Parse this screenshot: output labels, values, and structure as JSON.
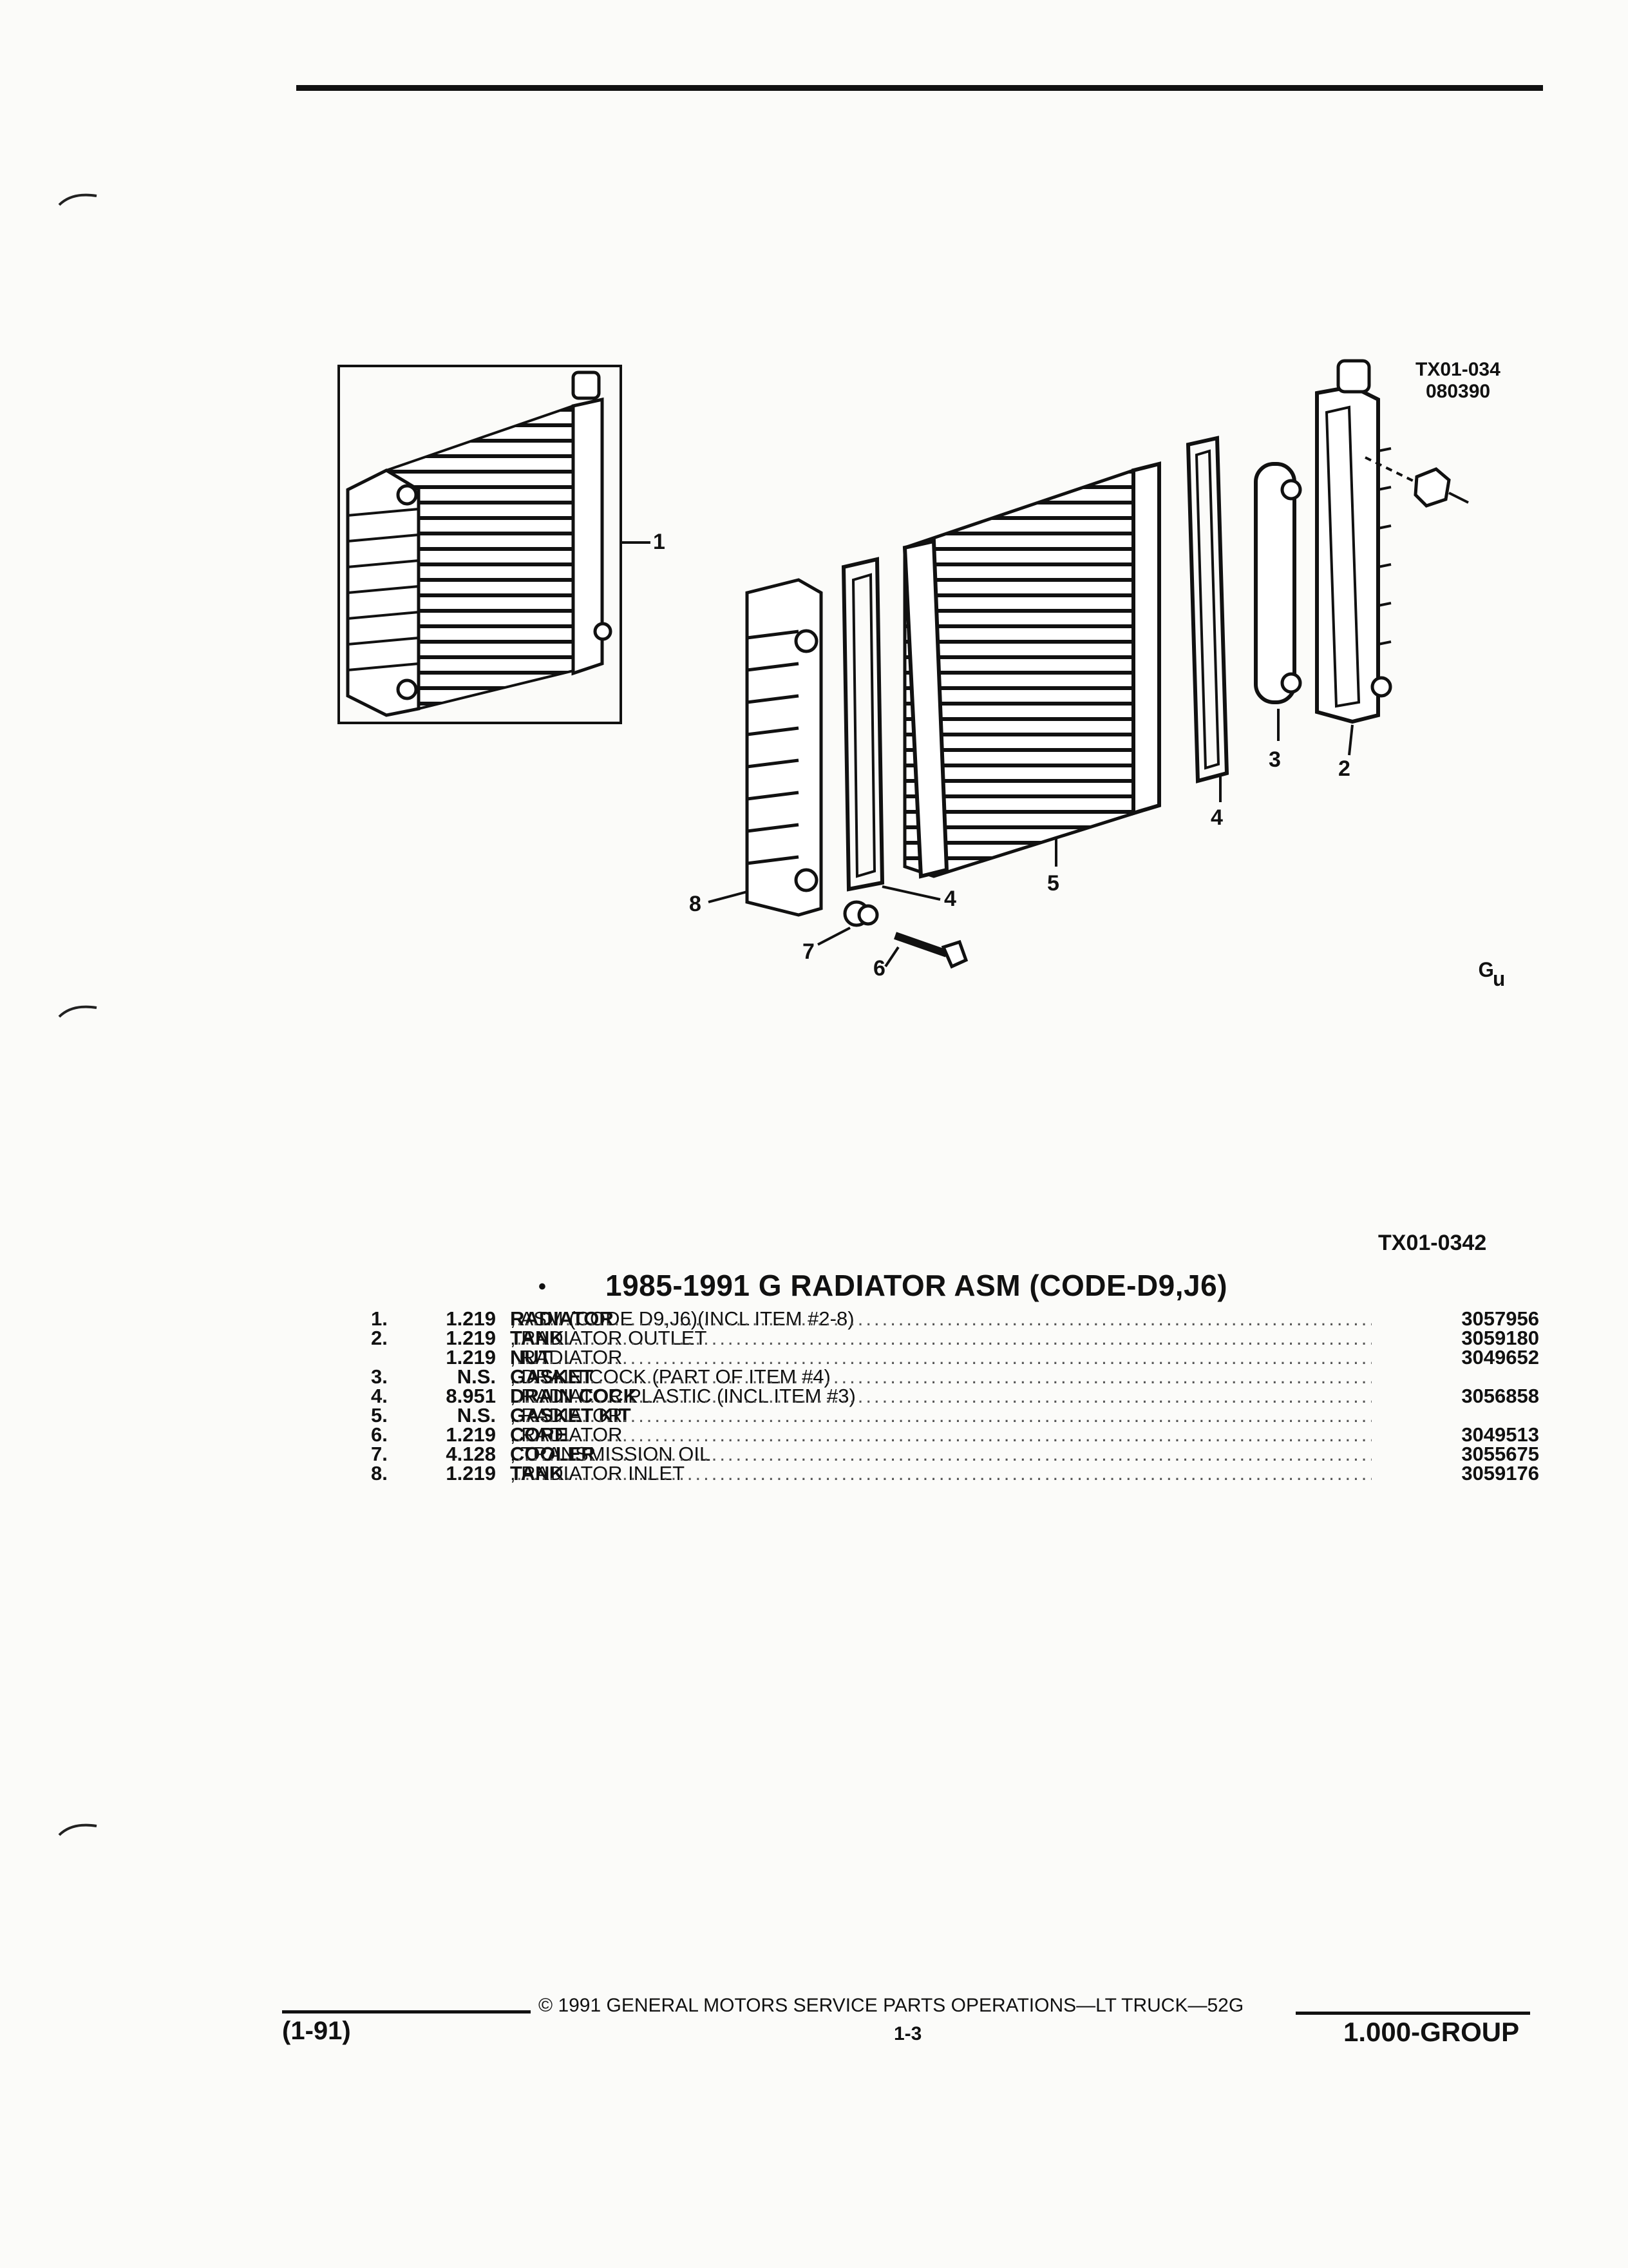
{
  "figure": {
    "code_top": "TX01-034",
    "code_date": "080390",
    "ref_code": "TX01-0342",
    "callouts": [
      "1",
      "2",
      "3",
      "4",
      "4",
      "5",
      "6",
      "7",
      "8"
    ]
  },
  "title": "1985-1991 G RADIATOR ASM (CODE-D9,J6)",
  "parts": [
    {
      "num": "1.",
      "qty": "1.219",
      "name": "RADIATOR",
      "desc": ", ASM (CODE D9,J6)(INCL ITEM #2-8)",
      "part": "3057956"
    },
    {
      "num": "2.",
      "qty": "1.219",
      "name": "TANK",
      "desc": ", RADIATOR OUTLET",
      "part": "3059180"
    },
    {
      "num": "",
      "qty": "1.219",
      "name": "NUT",
      "desc": ", RADIATOR",
      "part": "3049652"
    },
    {
      "num": "3.",
      "qty": "N.S.",
      "name": "GASKET",
      "desc": ", DRAIN COCK (PART OF ITEM #4)",
      "part": ""
    },
    {
      "num": "4.",
      "qty": "8.951",
      "name": "DRAIN COCK",
      "desc": ", RADIATOR PLASTIC (INCL ITEM #3)",
      "part": "3056858"
    },
    {
      "num": "5.",
      "qty": "N.S.",
      "name": "GASKET KIT",
      "desc": ", RADIATOR",
      "part": ""
    },
    {
      "num": "6.",
      "qty": "1.219",
      "name": "CORE",
      "desc": ", RADIATOR",
      "part": "3049513"
    },
    {
      "num": "7.",
      "qty": "4.128",
      "name": "COOLER",
      "desc": ", TRANSMISSION OIL",
      "part": "3055675"
    },
    {
      "num": "8.",
      "qty": "1.219",
      "name": "TANK",
      "desc": ", RADIATOR INLET",
      "part": "3059176"
    }
  ],
  "footer": {
    "copyright": "© 1991 GENERAL MOTORS SERVICE PARTS OPERATIONS—LT TRUCK—52G",
    "date_code": "(1-91)",
    "page": "1-3",
    "group": "1.000-GROUP"
  }
}
